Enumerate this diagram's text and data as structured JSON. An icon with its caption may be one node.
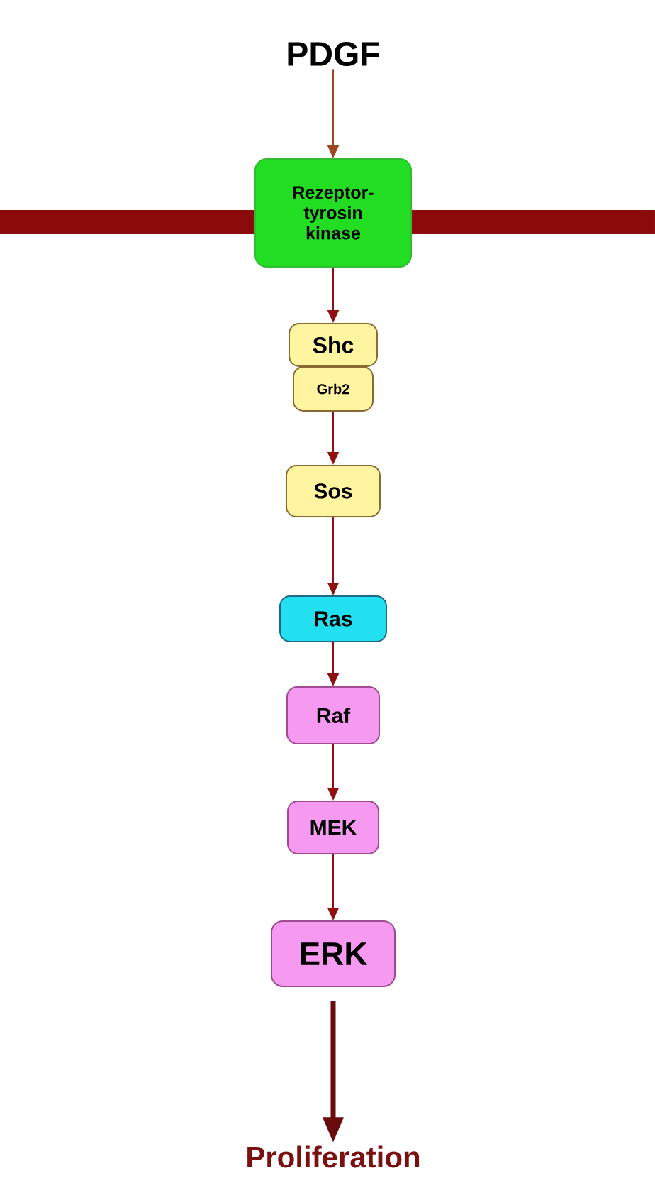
{
  "diagram": {
    "nodes": [
      {
        "text": [
          "PDGF"
        ]
      },
      {
        "text": [
          "Rezeptor-tyrosin kinase"
        ]
      },
      {
        "text": [
          "Shc"
        ]
      },
      {
        "text": [
          "Grb2"
        ]
      },
      {
        "text": [
          "Sos"
        ]
      },
      {
        "text": [
          "Ras"
        ]
      },
      {
        "text": [
          "Raf"
        ]
      },
      {
        "text": [
          "MEK"
        ]
      },
      {
        "text": [
          "ERK"
        ]
      },
      {
        "text": [
          "Proliferation"
        ]
      }
    ],
    "edges": [
      {
        "from": 0,
        "to": 1,
        "arrow": "to",
        "color": "#a0461e"
      },
      {
        "from": 1,
        "to": 2,
        "arrow": "to"
      },
      {
        "from": 3,
        "to": 4,
        "arrow": "to"
      },
      {
        "from": 4,
        "to": 5,
        "arrow": "to"
      },
      {
        "from": 5,
        "to": 6,
        "arrow": "to"
      },
      {
        "from": 6,
        "to": 7,
        "arrow": "to"
      },
      {
        "from": 7,
        "to": 8,
        "arrow": "to"
      },
      {
        "from": 8,
        "to": 9,
        "arrow": "to",
        "style": "thick",
        "color": "#6a0c0c"
      }
    ]
  }
}
